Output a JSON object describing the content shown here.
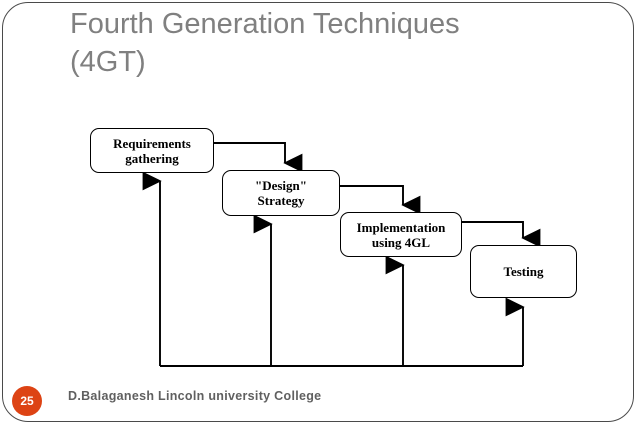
{
  "slide": {
    "title": "Fourth Generation Techniques\n(4GT)",
    "page_number": "25",
    "footer_text": "D.Balaganesh Lincoln university College",
    "badge_color": "#dd4314",
    "title_color": "#808080",
    "frame_color": "#4a4a4a"
  },
  "diagram": {
    "type": "flowchart-staircase",
    "boxes": [
      {
        "id": "requirements",
        "label": "Requirements\ngathering"
      },
      {
        "id": "design",
        "label": "\"Design\"\nStrategy"
      },
      {
        "id": "implementation",
        "label": "Implementation\nusing 4GL"
      },
      {
        "id": "testing",
        "label": "Testing"
      }
    ],
    "forward_connectors": [
      {
        "from": "requirements",
        "to": "design"
      },
      {
        "from": "design",
        "to": "implementation"
      },
      {
        "from": "implementation",
        "to": "testing"
      }
    ],
    "feedback_connectors": [
      {
        "to": "requirements"
      },
      {
        "to": "design"
      },
      {
        "to": "implementation"
      },
      {
        "to": "testing"
      }
    ]
  }
}
